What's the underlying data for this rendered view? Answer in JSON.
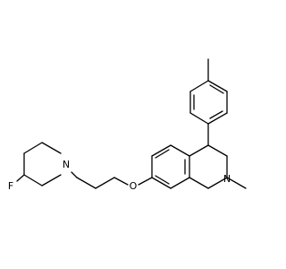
{
  "diagram": {
    "atoms": {
      "fluorine": "F",
      "piperidine_nitrogen": "N",
      "ether_oxygen": "O",
      "ring_nitrogen": "N"
    }
  }
}
